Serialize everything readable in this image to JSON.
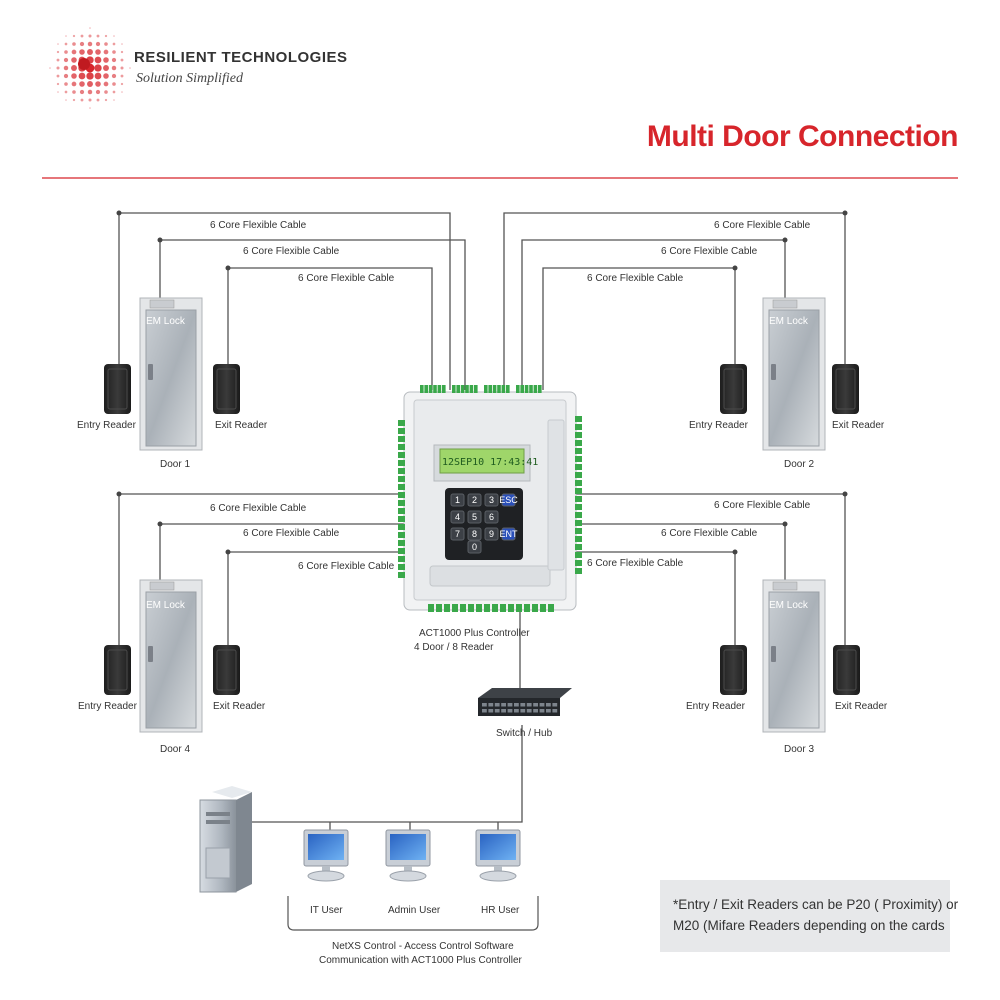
{
  "brand": {
    "name": "RESILIENT TECHNOLOGIES",
    "tagline": "Solution Simplified",
    "accent": "#d7252b"
  },
  "title": "Multi Door Connection",
  "cable_label": "6 Core Flexible Cable",
  "doors": [
    {
      "name": "Door 1",
      "lock": "EM Lock",
      "entry": "Entry Reader",
      "exit": "Exit Reader"
    },
    {
      "name": "Door 2",
      "lock": "EM Lock",
      "entry": "Entry Reader",
      "exit": "Exit Reader"
    },
    {
      "name": "Door 4",
      "lock": "EM Lock",
      "entry": "Entry Reader",
      "exit": "Exit Reader"
    },
    {
      "name": "Door 3",
      "lock": "EM Lock",
      "entry": "Entry Reader",
      "exit": "Exit Reader"
    }
  ],
  "controller": {
    "label_line1": "ACT1000 Plus Controller",
    "label_line2": "4 Door / 8 Reader",
    "lcd": "12SEP10 17:43:41",
    "keys": [
      "1",
      "2",
      "3",
      "ESC",
      "4",
      "5",
      "6",
      "7",
      "8",
      "9",
      "0",
      "ENT"
    ]
  },
  "switch_label": "Switch / Hub",
  "users": [
    {
      "label": "IT User"
    },
    {
      "label": "Admin User"
    },
    {
      "label": "HR User"
    }
  ],
  "software": {
    "line1": "NetXS Control - Access Control Software",
    "line2": "Communication with ACT1000 Plus Controller"
  },
  "note": {
    "line1": "*Entry / Exit Readers can be P20 ( Proximity) or",
    "line2": "M20 (Mifare Readers depending on the cards"
  },
  "colors": {
    "title": "#d7252b",
    "wire": "#555555",
    "lcd": "#9fd66a",
    "terminal": "#3aa84a",
    "monitor_screen": "#3a7bd5"
  }
}
